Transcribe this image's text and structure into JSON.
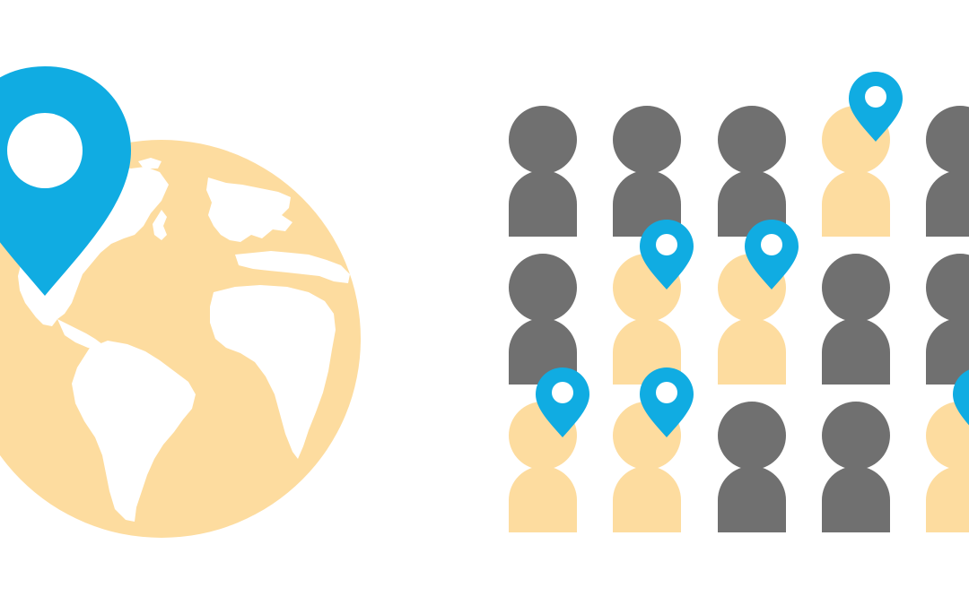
{
  "colors": {
    "background": "#ffffff",
    "globe": "#fddc9f",
    "continents": "#ffffff",
    "person_default": "#707070",
    "person_highlighted": "#fddc9f",
    "pin": "#10ace2"
  },
  "globe": {
    "icon": "globe-icon",
    "pin_icon": "location-pin-icon"
  },
  "people_grid": {
    "rows": 3,
    "columns": 5,
    "people": [
      {
        "row": 0,
        "col": 0,
        "highlighted": false,
        "pinned": false
      },
      {
        "row": 0,
        "col": 1,
        "highlighted": false,
        "pinned": false
      },
      {
        "row": 0,
        "col": 2,
        "highlighted": false,
        "pinned": false
      },
      {
        "row": 0,
        "col": 3,
        "highlighted": true,
        "pinned": true
      },
      {
        "row": 0,
        "col": 4,
        "highlighted": false,
        "pinned": false
      },
      {
        "row": 1,
        "col": 0,
        "highlighted": false,
        "pinned": false
      },
      {
        "row": 1,
        "col": 1,
        "highlighted": true,
        "pinned": true
      },
      {
        "row": 1,
        "col": 2,
        "highlighted": true,
        "pinned": true
      },
      {
        "row": 1,
        "col": 3,
        "highlighted": false,
        "pinned": false
      },
      {
        "row": 1,
        "col": 4,
        "highlighted": false,
        "pinned": false
      },
      {
        "row": 2,
        "col": 0,
        "highlighted": true,
        "pinned": true
      },
      {
        "row": 2,
        "col": 1,
        "highlighted": true,
        "pinned": true
      },
      {
        "row": 2,
        "col": 2,
        "highlighted": false,
        "pinned": false
      },
      {
        "row": 2,
        "col": 3,
        "highlighted": false,
        "pinned": false
      },
      {
        "row": 2,
        "col": 4,
        "highlighted": true,
        "pinned": true
      }
    ]
  }
}
